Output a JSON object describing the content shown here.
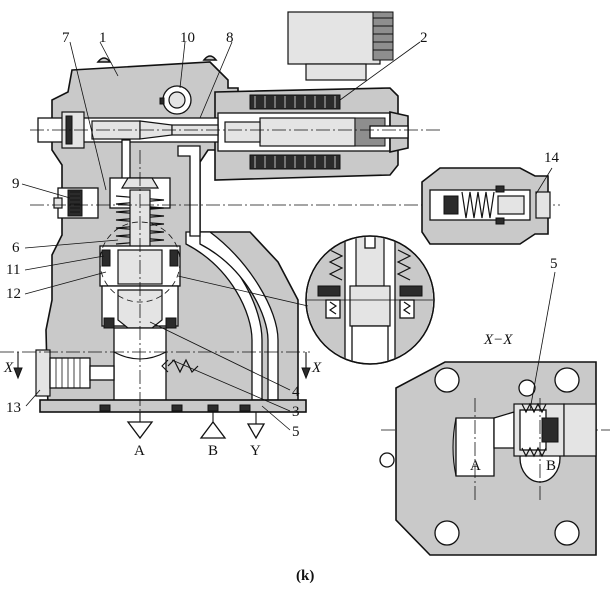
{
  "figure": {
    "caption": "(k)",
    "section_label": "X−X",
    "callouts": {
      "n1": "1",
      "n2": "2",
      "n3": "3",
      "n4": "4",
      "n5": "5",
      "n6": "6",
      "n7": "7",
      "n8": "8",
      "n9": "9",
      "n10": "10",
      "n11": "11",
      "n12": "12",
      "n13": "13",
      "n14": "14",
      "n5b": "5"
    },
    "ports": {
      "a": "A",
      "b": "B",
      "y": "Y"
    },
    "section_ports": {
      "a": "A",
      "b": "B"
    },
    "section_marks": {
      "left": "X",
      "right": "X"
    }
  }
}
